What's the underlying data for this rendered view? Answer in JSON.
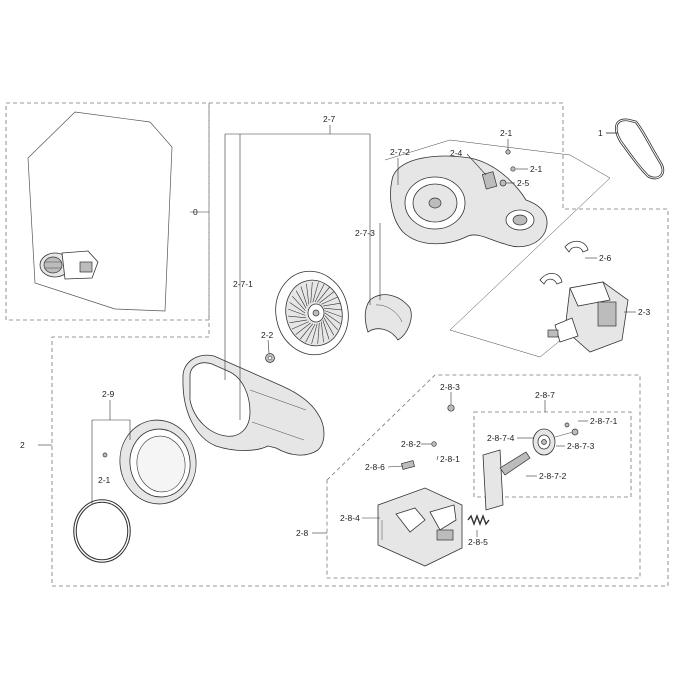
{
  "labels": {
    "l0": "0",
    "l1": "1",
    "l2": "2",
    "l2_1_top": "2-1",
    "l2_1_mid": "2-1",
    "l2_1_bot": "2-1",
    "l2_2": "2-2",
    "l2_3": "2-3",
    "l2_4": "2-4",
    "l2_5": "2-5",
    "l2_6": "2-6",
    "l2_7": "2-7",
    "l2_7_1": "2-7-1",
    "l2_7_2": "2-7-2",
    "l2_7_3": "2-7-3",
    "l2_8": "2-8",
    "l2_8_1": "2-8-1",
    "l2_8_2": "2-8-2",
    "l2_8_3": "2-8-3",
    "l2_8_4": "2-8-4",
    "l2_8_5": "2-8-5",
    "l2_8_6": "2-8-6",
    "l2_8_7": "2-8-7",
    "l2_8_7_1": "2-8-7-1",
    "l2_8_7_2": "2-8-7-2",
    "l2_8_7_3": "2-8-7-3",
    "l2_8_7_4": "2-8-7-4",
    "l2_9": "2-9"
  }
}
